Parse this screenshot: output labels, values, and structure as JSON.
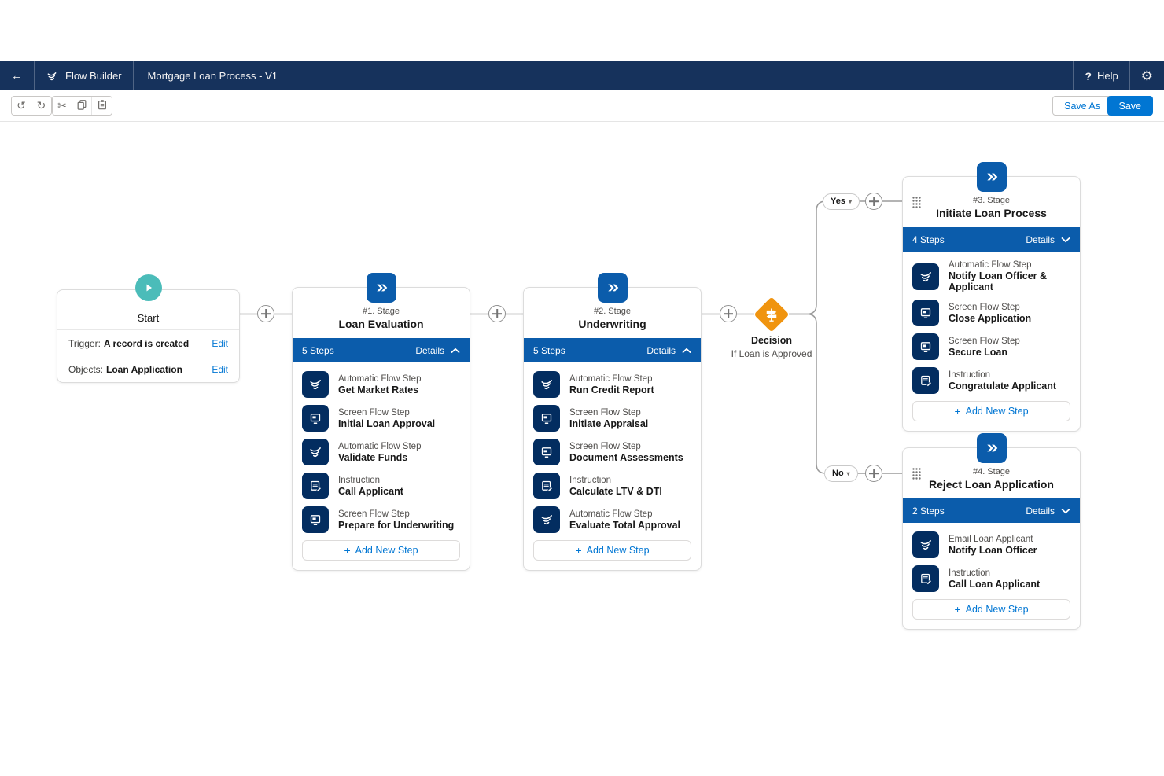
{
  "header": {
    "app_label": "Flow Builder",
    "flow_title": "Mortgage Loan Process - V1",
    "help_label": "Help"
  },
  "glyphs": {
    "back": "←",
    "help": "?",
    "gear": "⚙",
    "undo": "↺",
    "redo": "↻",
    "cut": "✂",
    "plus": "+",
    "dropdown": "▾"
  },
  "toolbar": {
    "save_as_label": "Save As",
    "save_label": "Save"
  },
  "canvas": {
    "start": {
      "title": "Start",
      "trigger_label": "Trigger:",
      "trigger_value": "A record is created",
      "trigger_edit": "Edit",
      "objects_label": "Objects:",
      "objects_value": "Loan Application",
      "objects_edit": "Edit"
    },
    "stages": [
      {
        "number_label": "#1. Stage",
        "title": "Loan Evaluation",
        "steps_count": "5 Steps",
        "details_label": "Details",
        "details_state": "expanded",
        "add_step_label": "Add New Step",
        "steps": [
          {
            "type": "Automatic Flow Step",
            "title": "Get Market Rates",
            "icon": "automatic-flow-icon"
          },
          {
            "type": "Screen Flow Step",
            "title": "Initial Loan Approval",
            "icon": "screen-flow-icon"
          },
          {
            "type": "Automatic Flow Step",
            "title": "Validate Funds",
            "icon": "automatic-flow-icon"
          },
          {
            "type": "Instruction",
            "title": "Call Applicant",
            "icon": "instruction-icon"
          },
          {
            "type": "Screen Flow Step",
            "title": "Prepare for Underwriting",
            "icon": "screen-flow-icon"
          }
        ]
      },
      {
        "number_label": "#2. Stage",
        "title": "Underwriting",
        "steps_count": "5 Steps",
        "details_label": "Details",
        "details_state": "expanded",
        "add_step_label": "Add New Step",
        "steps": [
          {
            "type": "Automatic Flow Step",
            "title": "Run Credit Report",
            "icon": "automatic-flow-icon"
          },
          {
            "type": "Screen Flow Step",
            "title": "Initiate Appraisal",
            "icon": "screen-flow-icon"
          },
          {
            "type": "Screen Flow Step",
            "title": "Document Assessments",
            "icon": "screen-flow-icon"
          },
          {
            "type": "Instruction",
            "title": "Calculate LTV & DTI",
            "icon": "instruction-icon"
          },
          {
            "type": "Automatic Flow Step",
            "title": "Evaluate Total Approval",
            "icon": "automatic-flow-icon"
          }
        ]
      },
      {
        "number_label": "#3. Stage",
        "title": "Initiate Loan Process",
        "steps_count": "4 Steps",
        "details_label": "Details",
        "details_state": "collapsed-chevron",
        "add_step_label": "Add New Step",
        "steps": [
          {
            "type": "Automatic Flow Step",
            "title": "Notify Loan Officer & Applicant",
            "icon": "automatic-flow-icon"
          },
          {
            "type": "Screen Flow Step",
            "title": "Close Application",
            "icon": "screen-flow-icon"
          },
          {
            "type": "Screen Flow Step",
            "title": "Secure Loan",
            "icon": "screen-flow-icon"
          },
          {
            "type": "Instruction",
            "title": "Congratulate Applicant",
            "icon": "instruction-icon"
          }
        ]
      },
      {
        "number_label": "#4. Stage",
        "title": "Reject Loan Application",
        "steps_count": "2 Steps",
        "details_label": "Details",
        "details_state": "collapsed-chevron",
        "add_step_label": "Add New Step",
        "steps": [
          {
            "type": "Email Loan Applicant",
            "title": "Notify Loan Officer",
            "icon": "automatic-flow-icon"
          },
          {
            "type": "Instruction",
            "title": "Call Loan Applicant",
            "icon": "instruction-icon"
          }
        ]
      }
    ],
    "decision": {
      "type_label": "Decision",
      "condition": "If Loan is Approved"
    },
    "branches": {
      "yes": "Yes",
      "no": "No"
    }
  },
  "colors": {
    "header_navy": "#16325c",
    "stage_blue": "#0b5cab",
    "step_navy": "#032d60",
    "link_blue": "#0176d3",
    "decision_orange": "#f0940f",
    "start_teal": "#4bbcb9",
    "connector_gray": "#999999"
  }
}
